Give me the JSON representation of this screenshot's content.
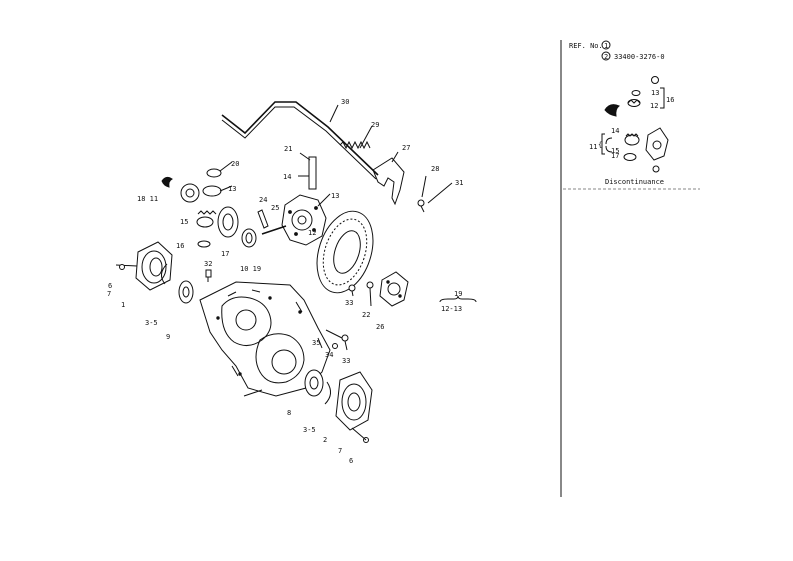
{
  "diagram": {
    "labels": [
      {
        "id": "30",
        "text": "30"
      },
      {
        "id": "29",
        "text": "29"
      },
      {
        "id": "27",
        "text": "27"
      },
      {
        "id": "28",
        "text": "28"
      },
      {
        "id": "31",
        "text": "31"
      },
      {
        "id": "21",
        "text": "21"
      },
      {
        "id": "14",
        "text": "14"
      },
      {
        "id": "20",
        "text": "20"
      },
      {
        "id": "13a",
        "text": "13"
      },
      {
        "id": "18",
        "text": "18 11"
      },
      {
        "id": "15",
        "text": "15"
      },
      {
        "id": "16",
        "text": "16"
      },
      {
        "id": "17",
        "text": "17"
      },
      {
        "id": "24",
        "text": "24"
      },
      {
        "id": "25",
        "text": "25"
      },
      {
        "id": "12",
        "text": "12"
      },
      {
        "id": "13b",
        "text": "13"
      },
      {
        "id": "10",
        "text": "10 19"
      },
      {
        "id": "32",
        "text": "32"
      },
      {
        "id": "6a",
        "text": "6"
      },
      {
        "id": "7a",
        "text": "7"
      },
      {
        "id": "1",
        "text": "1"
      },
      {
        "id": "35a",
        "text": "3-5"
      },
      {
        "id": "9",
        "text": "9"
      },
      {
        "id": "33a",
        "text": "33"
      },
      {
        "id": "22",
        "text": "22"
      },
      {
        "id": "26",
        "text": "26"
      },
      {
        "id": "35",
        "text": "35"
      },
      {
        "id": "34",
        "text": "34"
      },
      {
        "id": "33b",
        "text": "33"
      },
      {
        "id": "8",
        "text": "8"
      },
      {
        "id": "35b",
        "text": "3-5"
      },
      {
        "id": "2",
        "text": "2"
      },
      {
        "id": "7b",
        "text": "7"
      },
      {
        "id": "6b",
        "text": "6"
      },
      {
        "id": "19t",
        "text": "19"
      },
      {
        "id": "1213",
        "text": "12-13"
      }
    ]
  },
  "sidebar": {
    "ref_label": "REF. No.",
    "ref_circle": "1",
    "part_circle": "2",
    "part_number": "33400-3276-0",
    "labels": {
      "l13": "13",
      "l16": "16",
      "l12": "12",
      "l14": "14",
      "l11": "11",
      "l15": "15",
      "l17": "17"
    },
    "caption": "Discontinuance"
  }
}
